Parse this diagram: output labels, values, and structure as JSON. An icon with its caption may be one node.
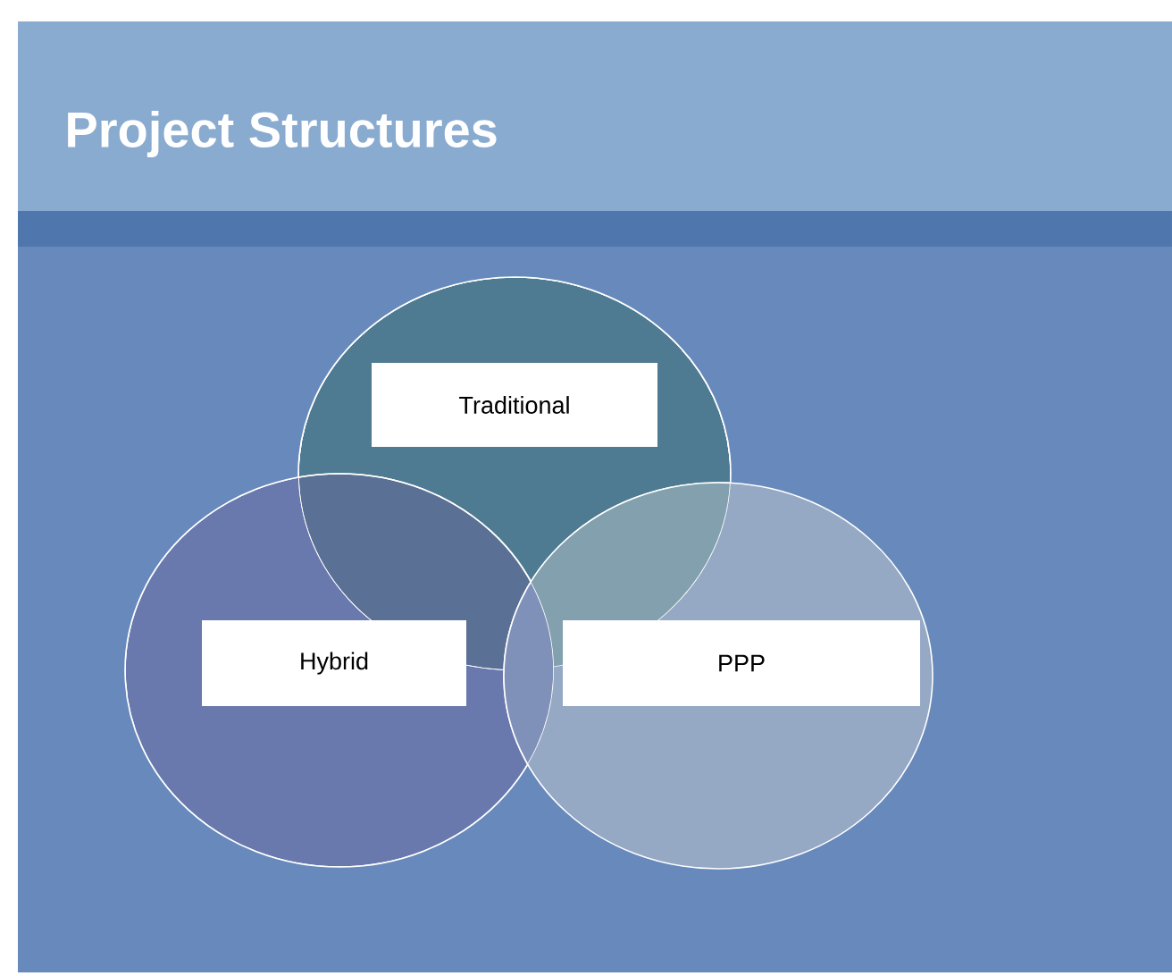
{
  "diagram": {
    "title": "Project Structures",
    "nodes": [
      {
        "text": [
          "Traditional"
        ]
      },
      {
        "text": [
          "Hybrid"
        ]
      },
      {
        "text": [
          "PPP"
        ]
      }
    ]
  }
}
